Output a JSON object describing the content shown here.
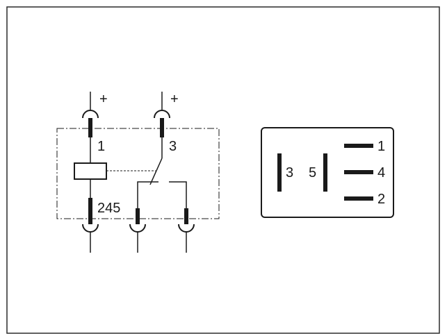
{
  "schematic": {
    "terminals": {
      "coil_positive_sign": "+",
      "switch_positive_sign": "+",
      "t1": "1",
      "t3": "3",
      "t245": "245"
    }
  },
  "pin_layout": {
    "left_pins": {
      "p3": "3",
      "p5": "5"
    },
    "right_pins": {
      "p1": "1",
      "p4": "4",
      "p2": "2"
    }
  },
  "colors": {
    "ink": "#1a1a1a",
    "frame": "#2a2a2a",
    "background": "#ffffff"
  }
}
